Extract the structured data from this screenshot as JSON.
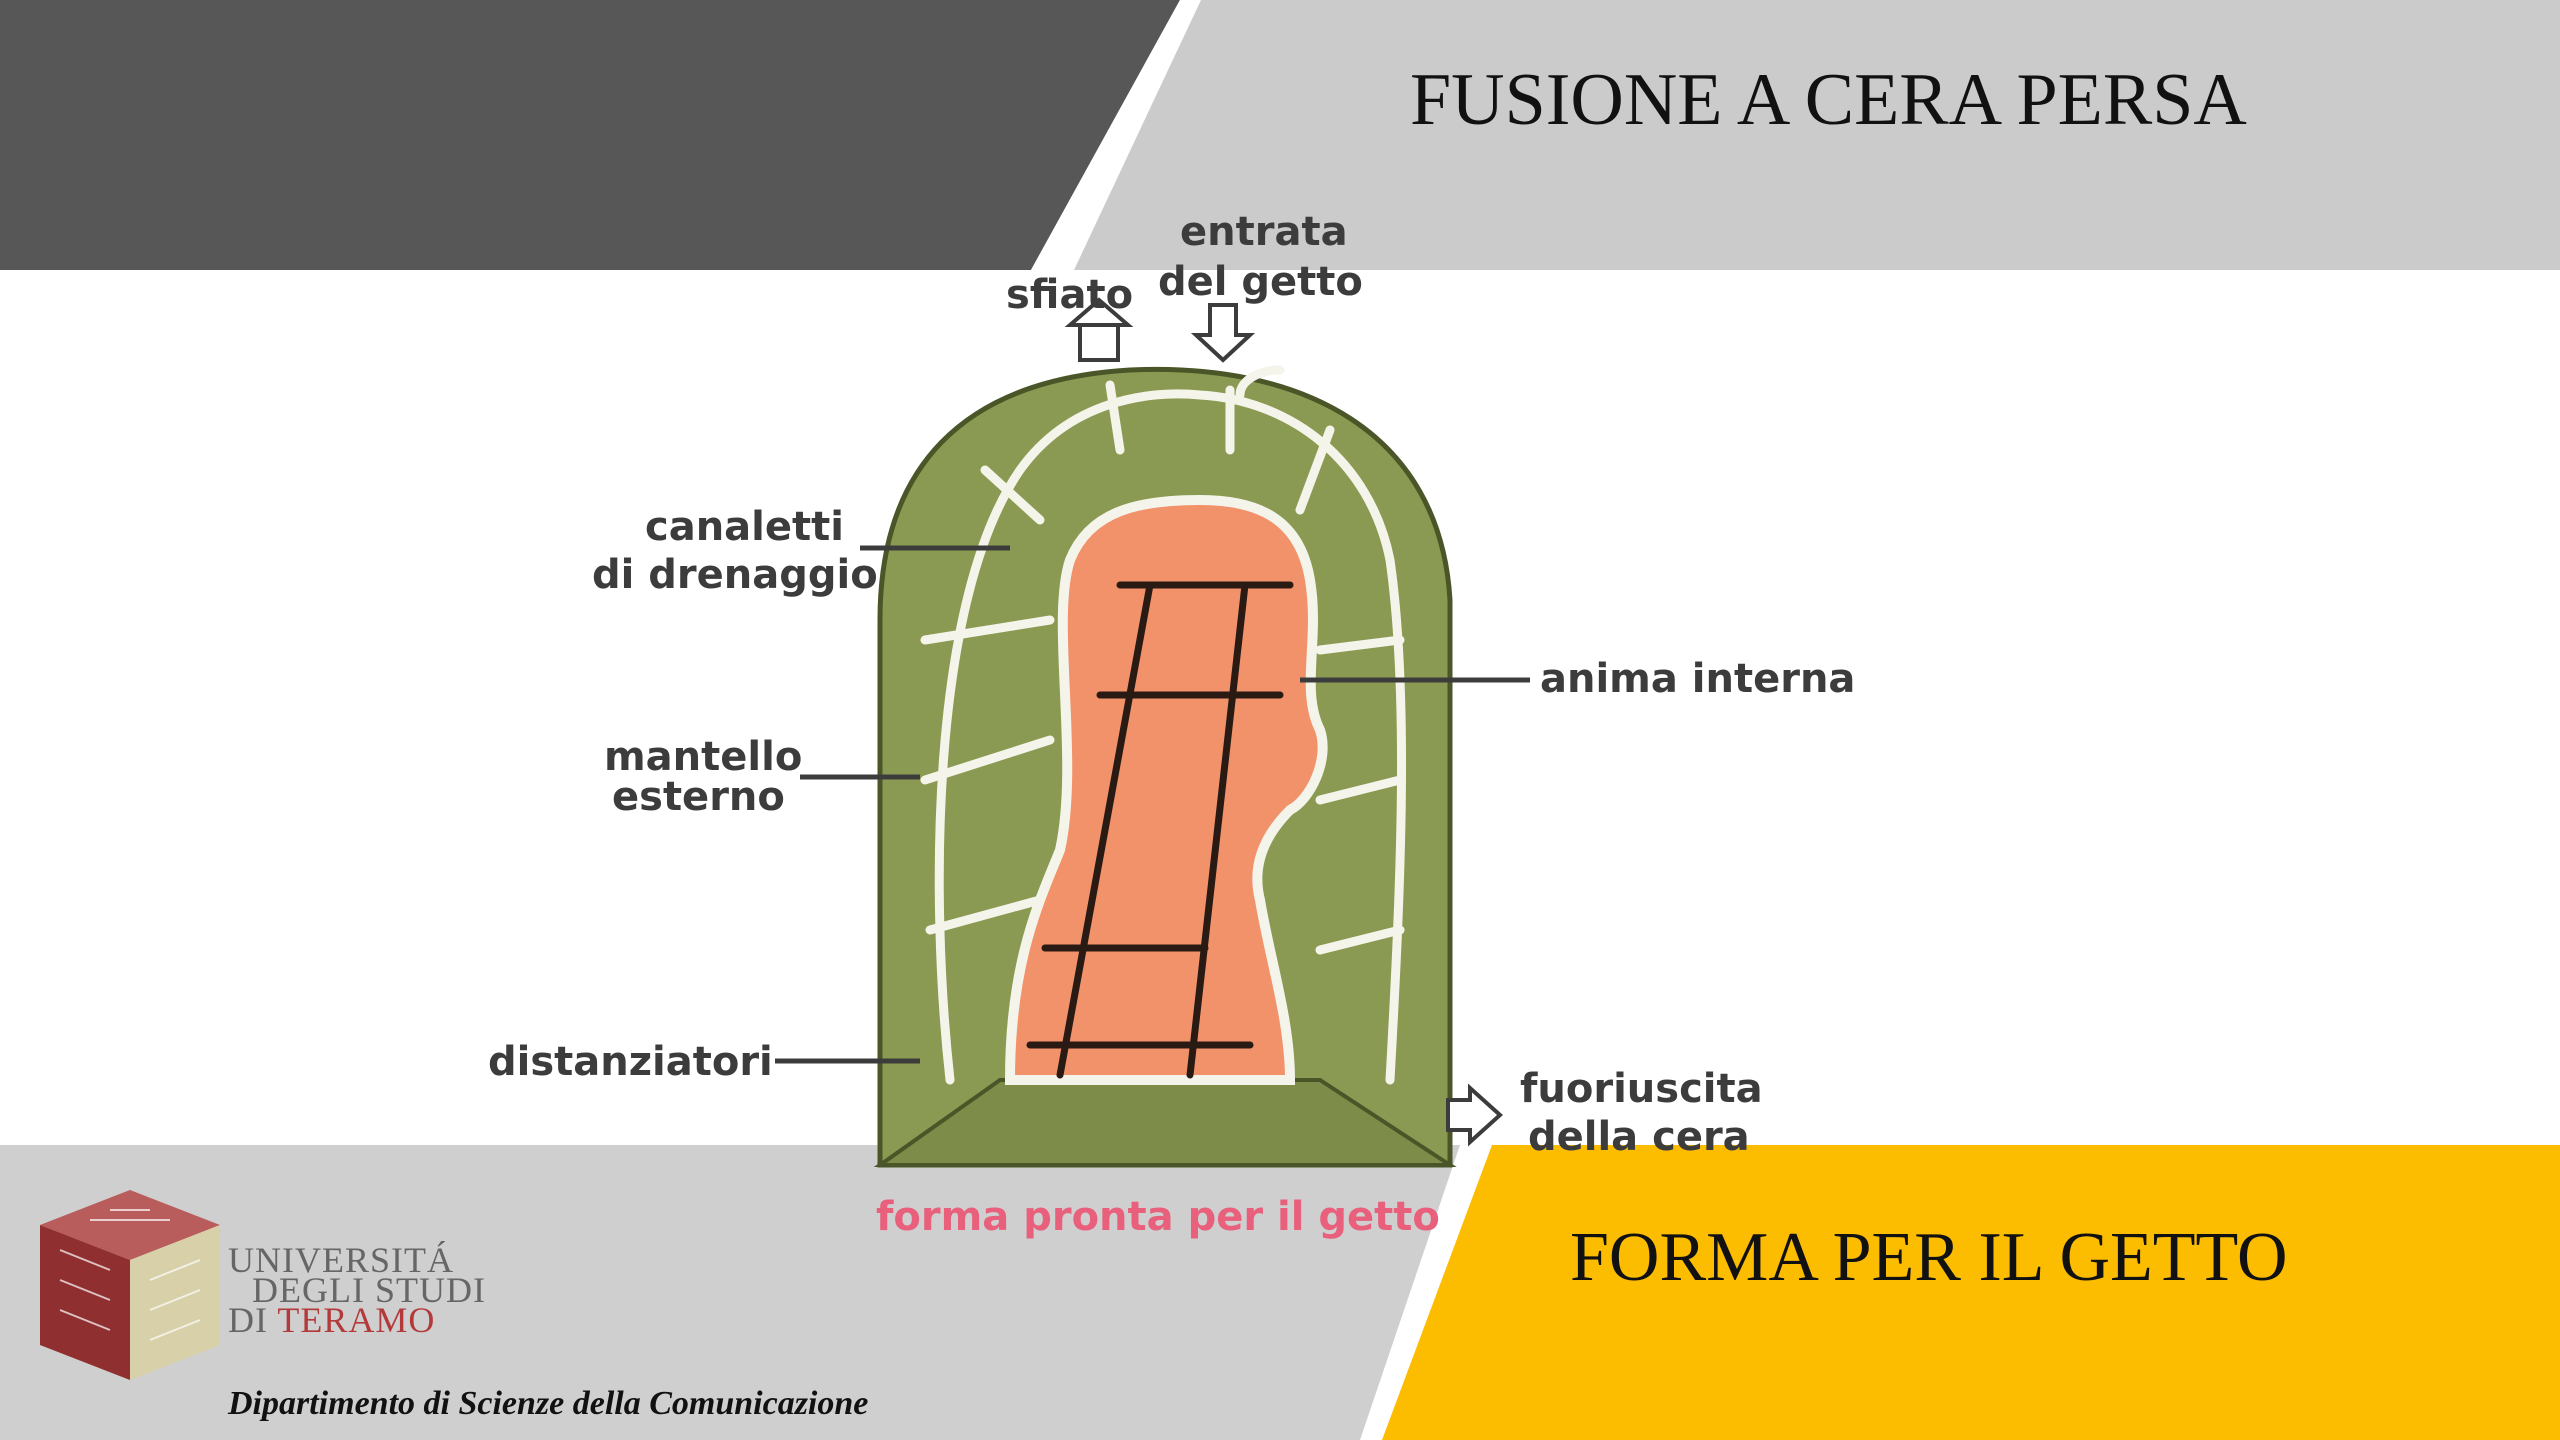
{
  "slide": {
    "title": "FUSIONE A CERA PERSA",
    "caption": "FORMA PER IL GETTO"
  },
  "diagram": {
    "labels": {
      "sfiato": "sfiato",
      "entrata_line1": "entrata",
      "entrata_line2": "del getto",
      "canaletti_line1": "canaletti",
      "canaletti_line2": "di drenaggio",
      "anima": "anima interna",
      "mantello_line1": "mantello",
      "mantello_line2": "esterno",
      "distanziatori": "distanziatori",
      "fuoriuscita_line1": "fuoriuscita",
      "fuoriuscita_line2": "della cera",
      "footer": "forma pronta per il getto"
    },
    "colors": {
      "mantle": "#8a9a52",
      "core": "#f2926a",
      "channels": "#f4f4ea",
      "footer_text": "#e8607c"
    }
  },
  "footer": {
    "university_line1": "UNIVERSITÁ",
    "university_line2": "DEGLI STUDI",
    "university_line3a": "DI ",
    "university_line3b": "TERAMO",
    "department": "Dipartimento di Scienze della Comunicazione"
  },
  "theme": {
    "dark_band": "#575757",
    "light_band": "#cbcbcb",
    "accent_yellow": "#fcbc00"
  }
}
